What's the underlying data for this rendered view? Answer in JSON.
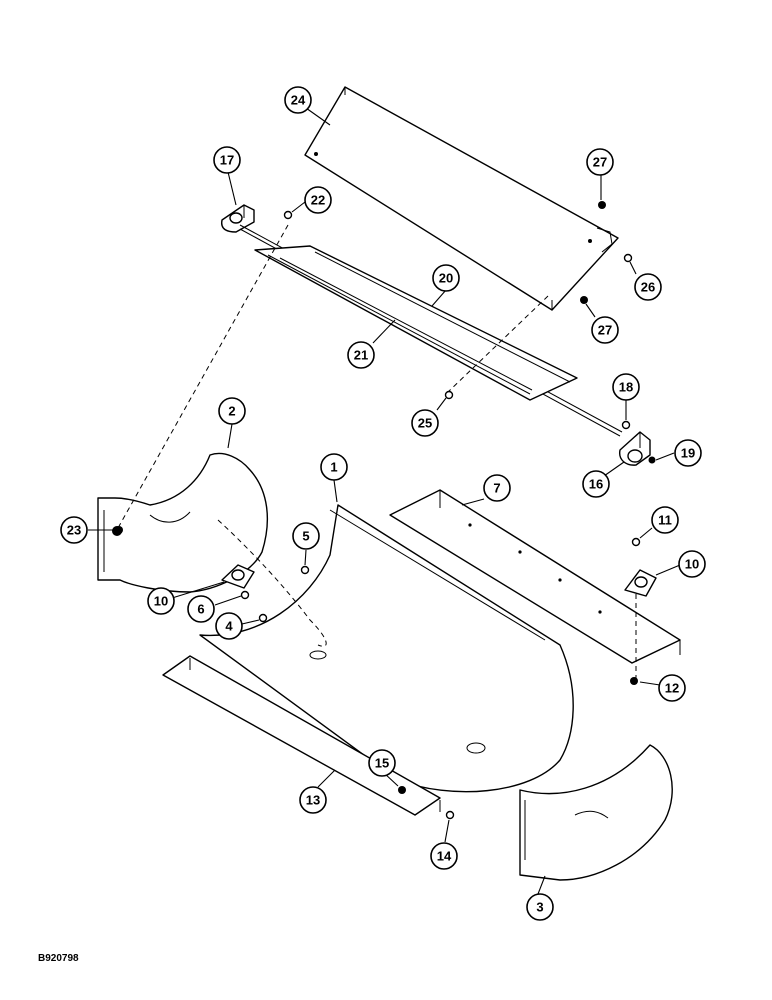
{
  "diagram": {
    "document_id": "B920798",
    "callouts": [
      "24",
      "17",
      "22",
      "27",
      "26",
      "20",
      "27",
      "21",
      "18",
      "25",
      "19",
      "16",
      "2",
      "1",
      "7",
      "11",
      "23",
      "5",
      "10",
      "10",
      "6",
      "4",
      "12",
      "15",
      "13",
      "14",
      "3"
    ]
  }
}
